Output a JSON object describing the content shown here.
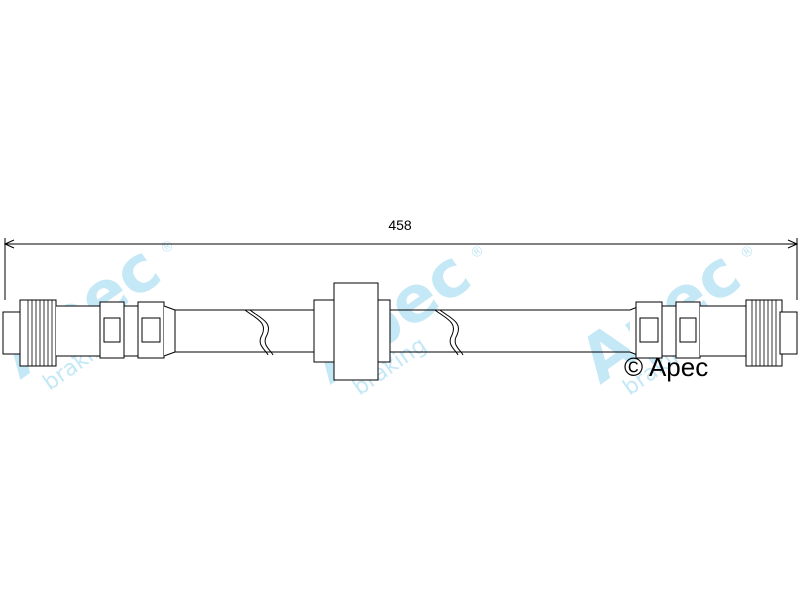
{
  "diagram": {
    "dimension_label": "458",
    "copyright": "© Apec",
    "watermark": {
      "logo_text": "Apec",
      "tagline": "braking",
      "registered": "®",
      "color": "#bfe6f6"
    },
    "colors": {
      "line": "#000000",
      "background": "#ffffff"
    }
  }
}
